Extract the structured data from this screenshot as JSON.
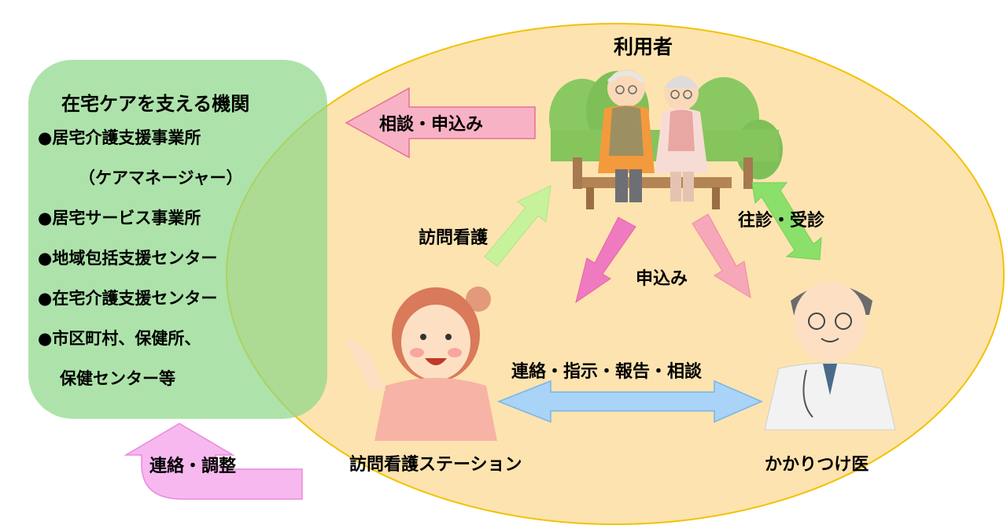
{
  "colors": {
    "circle_fill": "#fde3b0",
    "circle_stroke": "#f2c200",
    "agency_box": "#8ed889",
    "arrow_consult": "#f8b2c6",
    "arrow_visit_nursing": "#c6f29b",
    "arrow_application_left": "#f07ac0",
    "arrow_application_right": "#f6a7b9",
    "arrow_home_visit": "#8ae06a",
    "arrow_liaison": "#a9d3f7",
    "arrow_coordination": "#f7b8ef"
  },
  "user": {
    "label": "利用者"
  },
  "nursing_station": {
    "label": "訪問看護ステーション"
  },
  "family_doctor": {
    "label": "かかりつけ医"
  },
  "agencies": {
    "title": "在宅ケアを支える機関",
    "items": [
      "●居宅介護支援事業所",
      "（ケアマネージャー）",
      "●居宅サービス事業所",
      "●地域包括支援センター",
      "●在宅介護支援センター",
      "●市区町村、保健所、",
      "保健センター等"
    ]
  },
  "arrows": {
    "consult": "相談・申込み",
    "visit_nursing": "訪問看護",
    "application": "申込み",
    "home_visit": "往診・受診",
    "liaison": "連絡・指示・報告・相談",
    "coordination": "連絡・調整"
  },
  "icons": {
    "user": "elderly-couple-on-bench-icon",
    "nurse": "nurse-waving-icon",
    "doctor": "doctor-icon"
  }
}
